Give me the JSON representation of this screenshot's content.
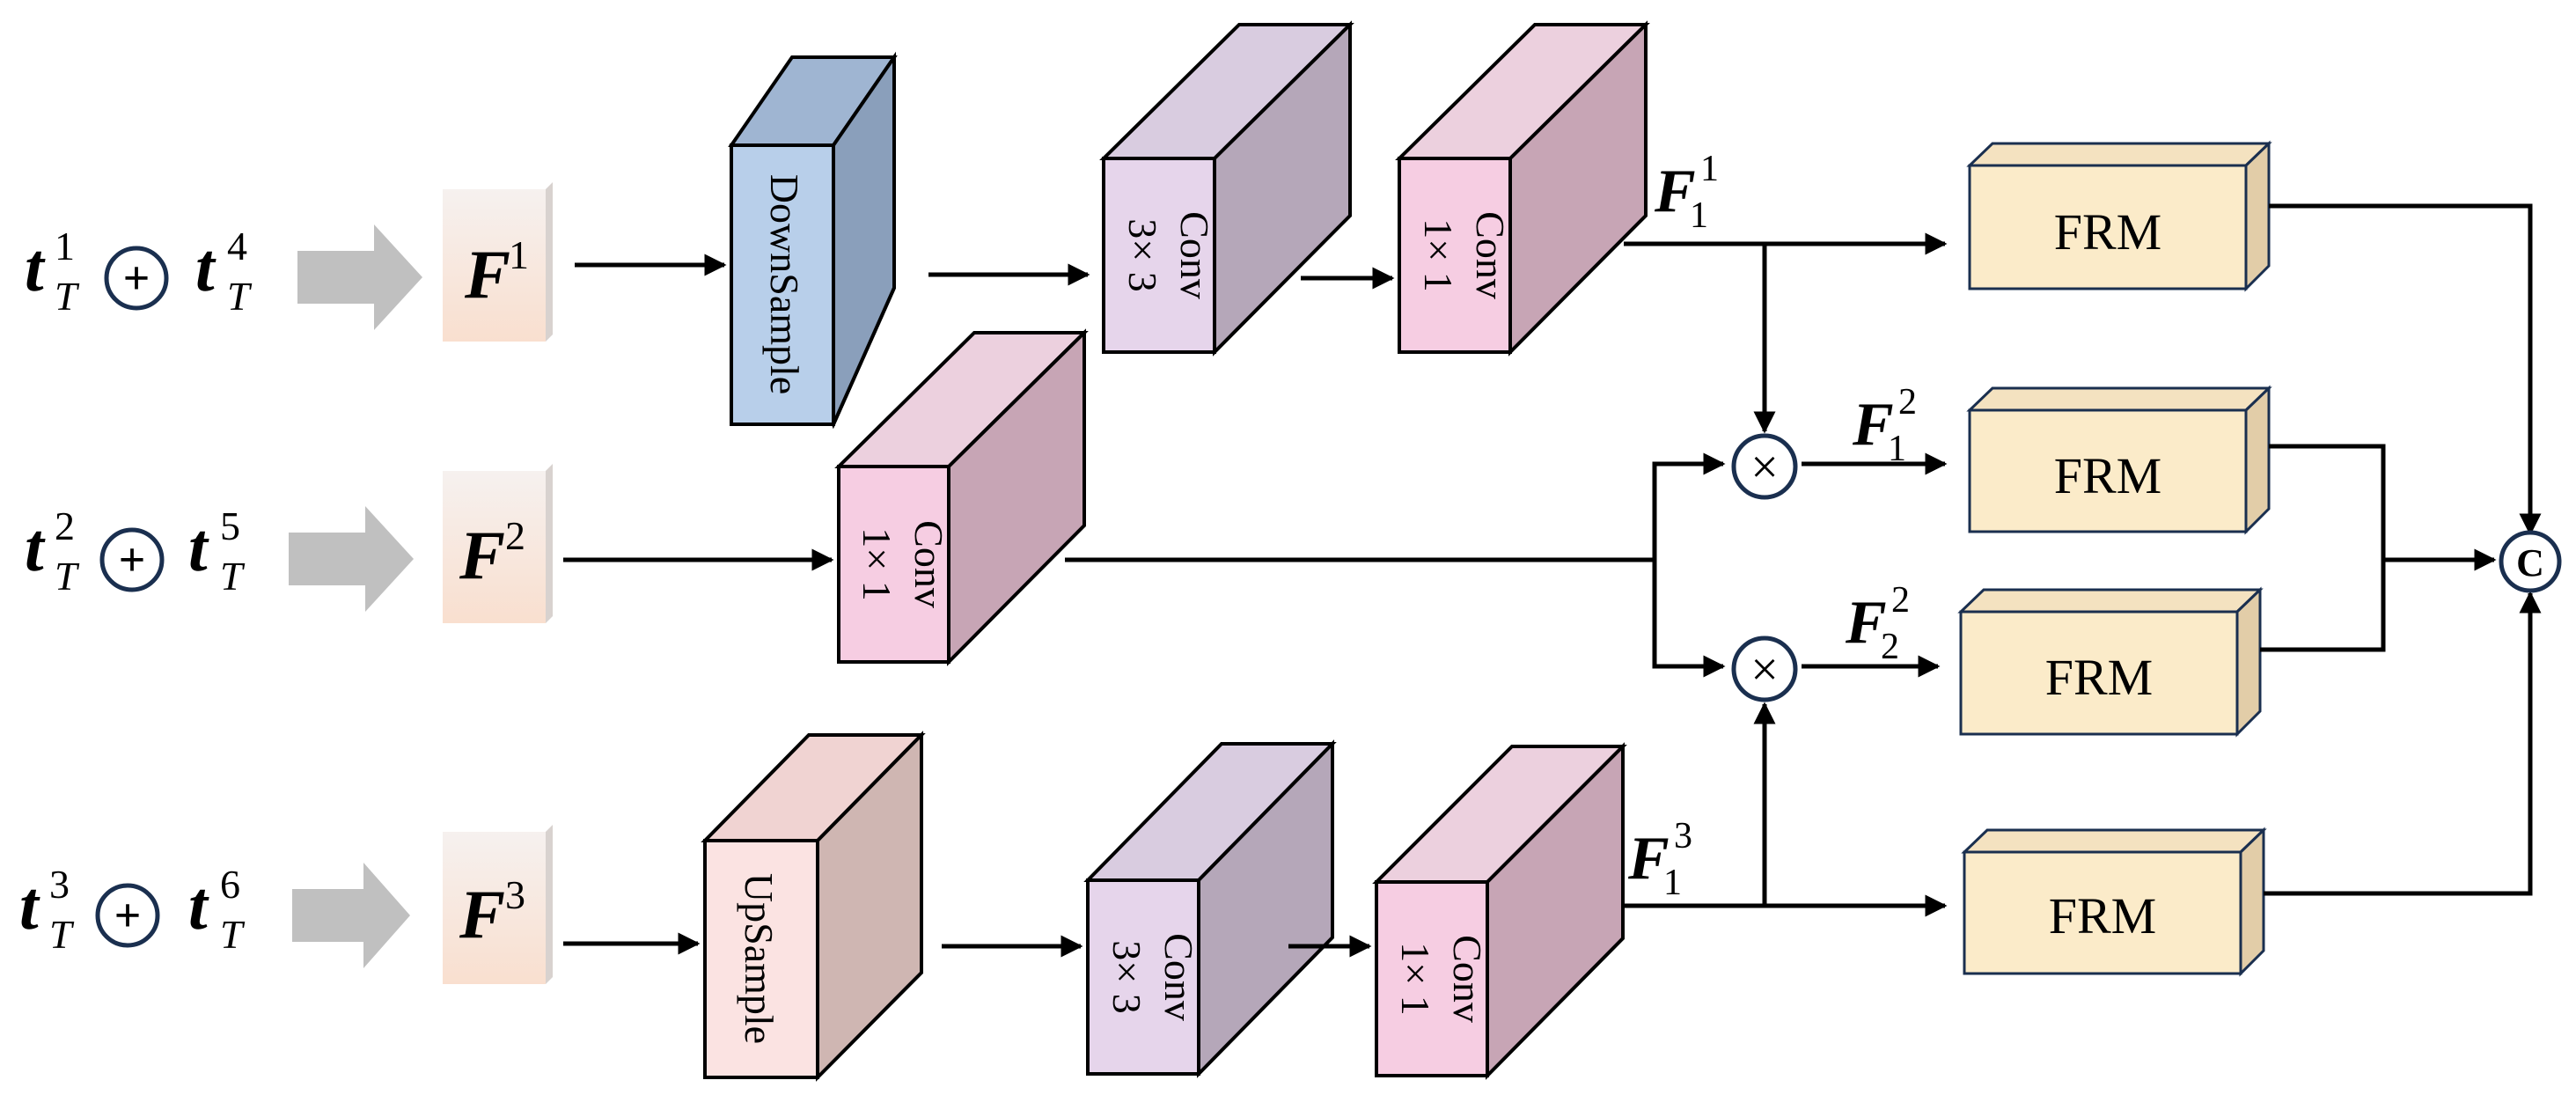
{
  "inputs": [
    {
      "left": "t",
      "left_sub": "T",
      "left_sup": "1",
      "right": "t",
      "right_sub": "T",
      "right_sup": "4"
    },
    {
      "left": "t",
      "left_sub": "T",
      "left_sup": "2",
      "right": "t",
      "right_sub": "T",
      "right_sup": "5"
    },
    {
      "left": "t",
      "left_sub": "T",
      "left_sup": "3",
      "right": "t",
      "right_sub": "T",
      "right_sup": "6"
    }
  ],
  "features": [
    {
      "base": "F",
      "sup": "1"
    },
    {
      "base": "F",
      "sup": "2"
    },
    {
      "base": "F",
      "sup": "3"
    }
  ],
  "blocks": {
    "downsample": "DownSample",
    "upsample": "UpSample",
    "conv1_3x3": {
      "name": "Conv",
      "kernel": "3× 3"
    },
    "conv1_1x1": {
      "name": "Conv",
      "kernel": "1× 1"
    },
    "conv2_1x1": {
      "name": "Conv",
      "kernel": "1× 1"
    },
    "conv3_3x3": {
      "name": "Conv",
      "kernel": "3× 3"
    },
    "conv3_1x1": {
      "name": "Conv",
      "kernel": "1× 1"
    }
  },
  "outputs": [
    {
      "base": "F",
      "sub": "1",
      "sup": "1"
    },
    {
      "base": "F",
      "sub": "1",
      "sup": "2"
    },
    {
      "base": "F",
      "sub": "2",
      "sup": "2"
    },
    {
      "base": "F",
      "sub": "1",
      "sup": "3"
    }
  ],
  "frm": [
    "FRM",
    "FRM",
    "FRM",
    "FRM"
  ],
  "symbols": {
    "plus": "+",
    "times": "×",
    "concat": "C"
  },
  "colors": {
    "arrow_gray": "#c0c0c0",
    "feature_top": "#f6f1ef",
    "feature_bottom": "#f9dfcf",
    "downsample_front": "#b8cfea",
    "downsample_side": "#8a9fbb",
    "conv3x3_front": "#e6d5eb",
    "conv3x3_side": "#b5a7b9",
    "conv1x1_front": "#f6cde2",
    "conv1x1_side": "#c7a5b5",
    "upsample_front": "#fbe3e2",
    "upsample_side": "#cfb6b2",
    "frm_fill": "#fbebc9",
    "frm_side": "#e2cda8",
    "op_circle": "#1a2f4f"
  }
}
